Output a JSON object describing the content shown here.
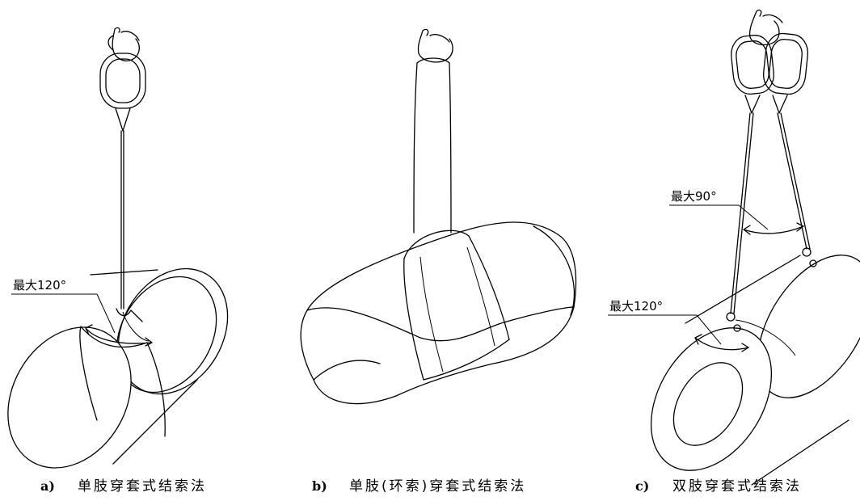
{
  "figures": [
    {
      "id": "a",
      "label": "a)",
      "caption": "单肢穿套式结索法",
      "annotations": [
        "最大120°"
      ]
    },
    {
      "id": "b",
      "label": "b)",
      "caption": "单肢(环索)穿套式结索法",
      "annotations": []
    },
    {
      "id": "c",
      "label": "c)",
      "caption": "双肢穿套式结索法",
      "annotations": [
        "最大90°",
        "最大120°"
      ]
    }
  ]
}
